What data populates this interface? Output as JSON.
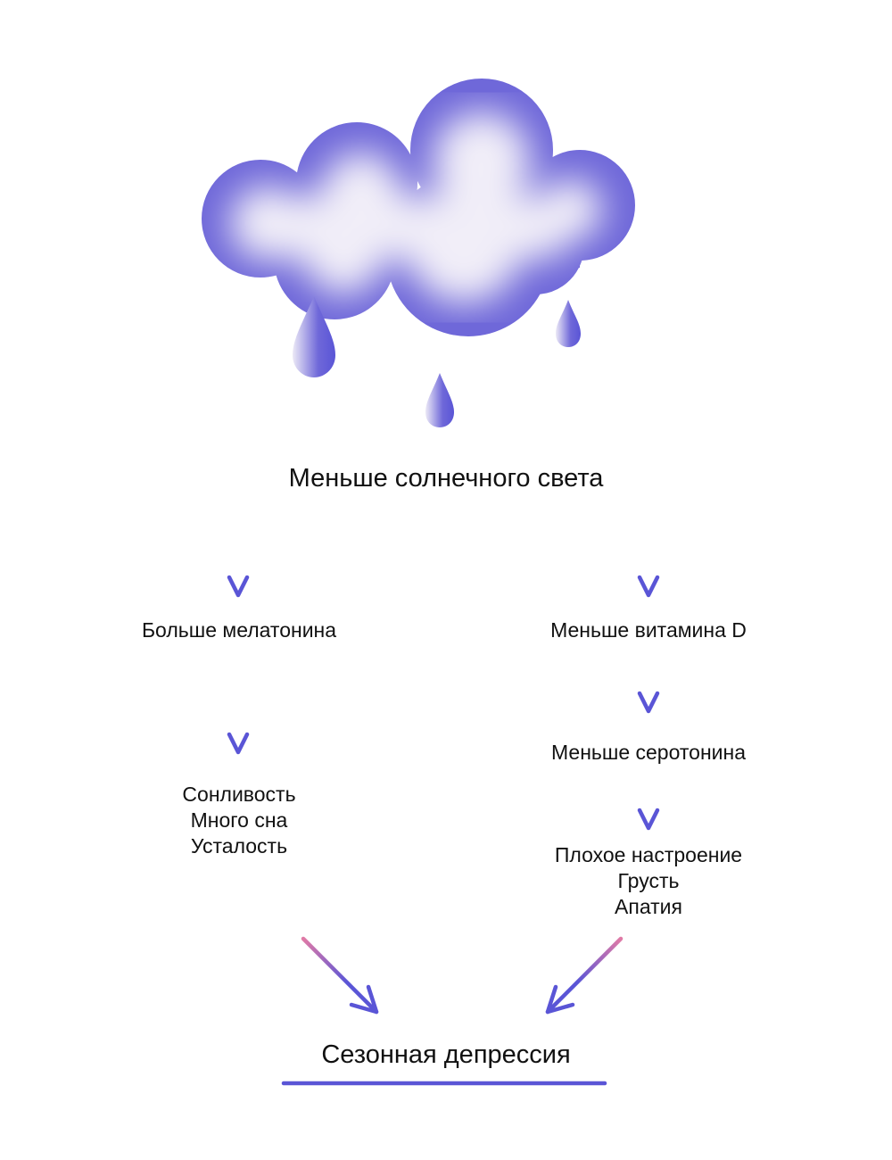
{
  "colors": {
    "accent": "#5a55d6",
    "accent_pink": "#e07aa6",
    "cloud_edge": "#6f68d9",
    "cloud_center": "#f1eef8"
  },
  "top_label": "Меньше солнечного света",
  "left_branch": {
    "step1": "Больше мелатонина",
    "symptoms": [
      "Сонливость",
      "Много сна",
      "Усталость"
    ]
  },
  "right_branch": {
    "step1": "Меньше витамина D",
    "step2": "Меньше серотонина",
    "symptoms": [
      "Плохое настроение",
      "Грусть",
      "Апатия"
    ]
  },
  "result": "Сезонная депрессия"
}
